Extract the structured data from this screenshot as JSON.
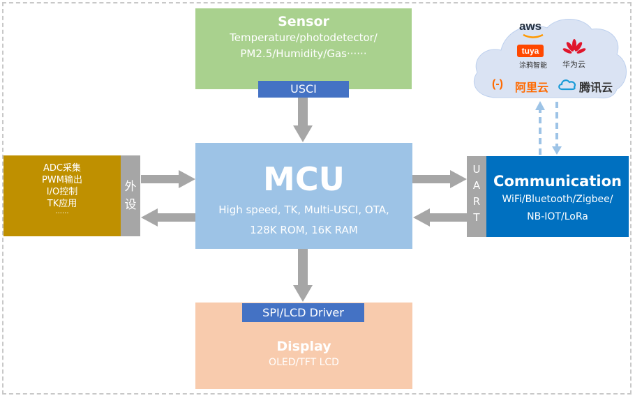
{
  "sensor": {
    "title": "Sensor",
    "line1": "Temperature/photodetector/",
    "line2": "PM2.5/Humidity/Gas······",
    "interface": "USCI"
  },
  "mcu": {
    "title": "MCU",
    "line1": "High speed, TK,  Multi-USCI, OTA,",
    "line2": "128K ROM, 16K RAM"
  },
  "peripheral": {
    "items": [
      "ADC采集",
      "PWM输出",
      "I/O控制",
      "TK应用",
      "······"
    ],
    "tag_chars": [
      "外",
      "设"
    ]
  },
  "communication": {
    "title": "Communication",
    "line1": "WiFi/Bluetooth/Zigbee/",
    "line2": "NB-IOT/LoRa",
    "interface_chars": [
      "U",
      "A",
      "R",
      "T"
    ]
  },
  "display": {
    "title": "Display",
    "desc": "OLED/TFT LCD",
    "interface": "SPI/LCD Driver"
  },
  "cloud": {
    "aws": "aws",
    "tuya": "tuya",
    "tuya_cn": "涂鸦智能",
    "huawei_cn": "华为云",
    "aliyun_mark": "(-)",
    "aliyun": "阿里云",
    "tencent": "腾讯云"
  },
  "colors": {
    "sensor": "#a9d18e",
    "mcu": "#9dc3e6",
    "peripheral": "#bf9000",
    "communication": "#0070c0",
    "display": "#f8cbad",
    "interface_tag": "#4472c4",
    "side_tag": "#a6a6a6",
    "arrow": "#a6a6a6",
    "cloud": "#dae3f3"
  }
}
